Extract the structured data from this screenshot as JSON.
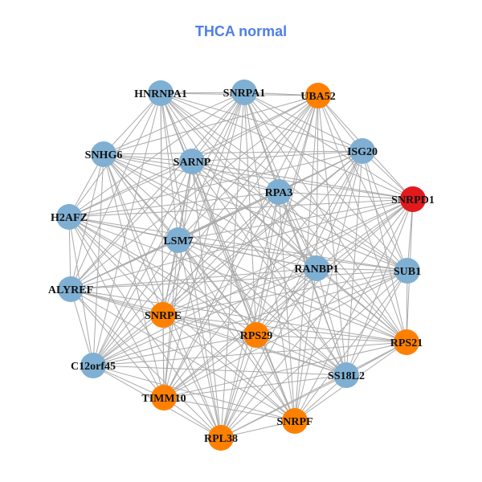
{
  "title": "THCA normal",
  "colors": {
    "blue": "#7fb0d3",
    "orange": "#ff8000",
    "red": "#e31a1c",
    "edge": "#aaaaaa"
  },
  "nodes": [
    {
      "label": "HNRNPA1",
      "color": "blue"
    },
    {
      "label": "SNRPA1",
      "color": "blue"
    },
    {
      "label": "UBA52",
      "color": "orange"
    },
    {
      "label": "SNHG6",
      "color": "blue"
    },
    {
      "label": "SARNP",
      "color": "blue"
    },
    {
      "label": "ISG20",
      "color": "blue"
    },
    {
      "label": "RPA3",
      "color": "blue"
    },
    {
      "label": "SNRPD1",
      "color": "red"
    },
    {
      "label": "H2AFZ",
      "color": "blue"
    },
    {
      "label": "LSM7",
      "color": "blue"
    },
    {
      "label": "RANBP1",
      "color": "blue"
    },
    {
      "label": "SUB1",
      "color": "blue"
    },
    {
      "label": "ALYREF",
      "color": "blue"
    },
    {
      "label": "SNRPE",
      "color": "orange"
    },
    {
      "label": "RPS29",
      "color": "orange"
    },
    {
      "label": "RPS21",
      "color": "orange"
    },
    {
      "label": "C12orf45",
      "color": "blue"
    },
    {
      "label": "SS18L2",
      "color": "blue"
    },
    {
      "label": "TIMM10",
      "color": "orange"
    },
    {
      "label": "SNRPF",
      "color": "orange"
    },
    {
      "label": "RPL38",
      "color": "orange"
    }
  ]
}
